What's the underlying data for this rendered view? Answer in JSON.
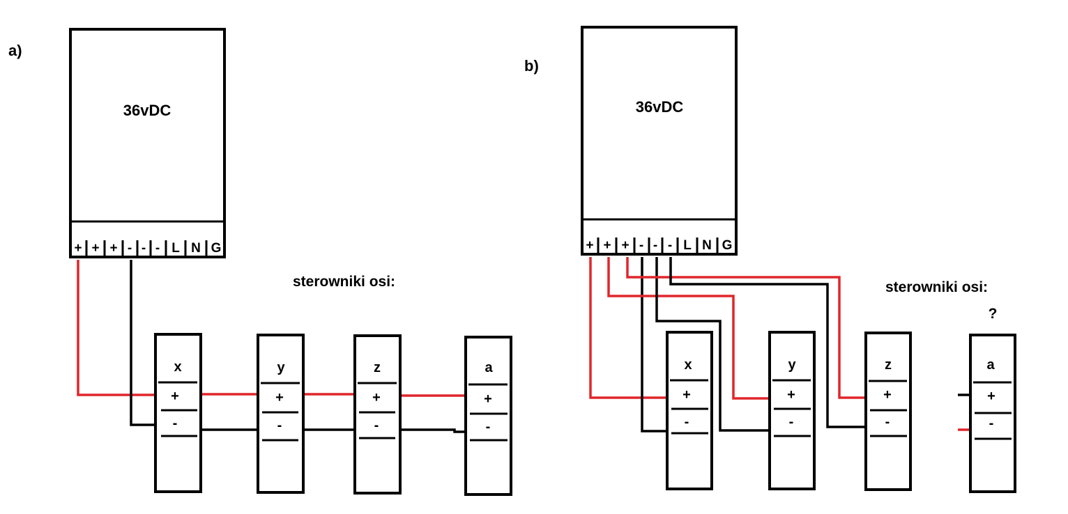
{
  "colors": {
    "positive_wire": "#e0262b",
    "negative_wire": "#000000"
  },
  "panel_a": {
    "label": "a)",
    "psu_title": "36vDC",
    "terminals": [
      "+",
      "+",
      "+",
      "-",
      "-",
      "-",
      "L",
      "N",
      "G"
    ],
    "caption": "sterowniki osi:",
    "drivers": [
      {
        "axis": "x",
        "plus": "+",
        "minus": "-"
      },
      {
        "axis": "y",
        "plus": "+",
        "minus": "-"
      },
      {
        "axis": "z",
        "plus": "+",
        "minus": "-"
      },
      {
        "axis": "a",
        "plus": "+",
        "minus": "-"
      }
    ]
  },
  "panel_b": {
    "label": "b)",
    "psu_title": "36vDC",
    "terminals": [
      "+",
      "+",
      "+",
      "-",
      "-",
      "-",
      "L",
      "N",
      "G"
    ],
    "caption": "sterowniki osi:",
    "question": "?",
    "drivers": [
      {
        "axis": "x",
        "plus": "+",
        "minus": "-"
      },
      {
        "axis": "y",
        "plus": "+",
        "minus": "-"
      },
      {
        "axis": "z",
        "plus": "+",
        "minus": "-"
      },
      {
        "axis": "a",
        "plus": "+",
        "minus": "-"
      }
    ]
  }
}
